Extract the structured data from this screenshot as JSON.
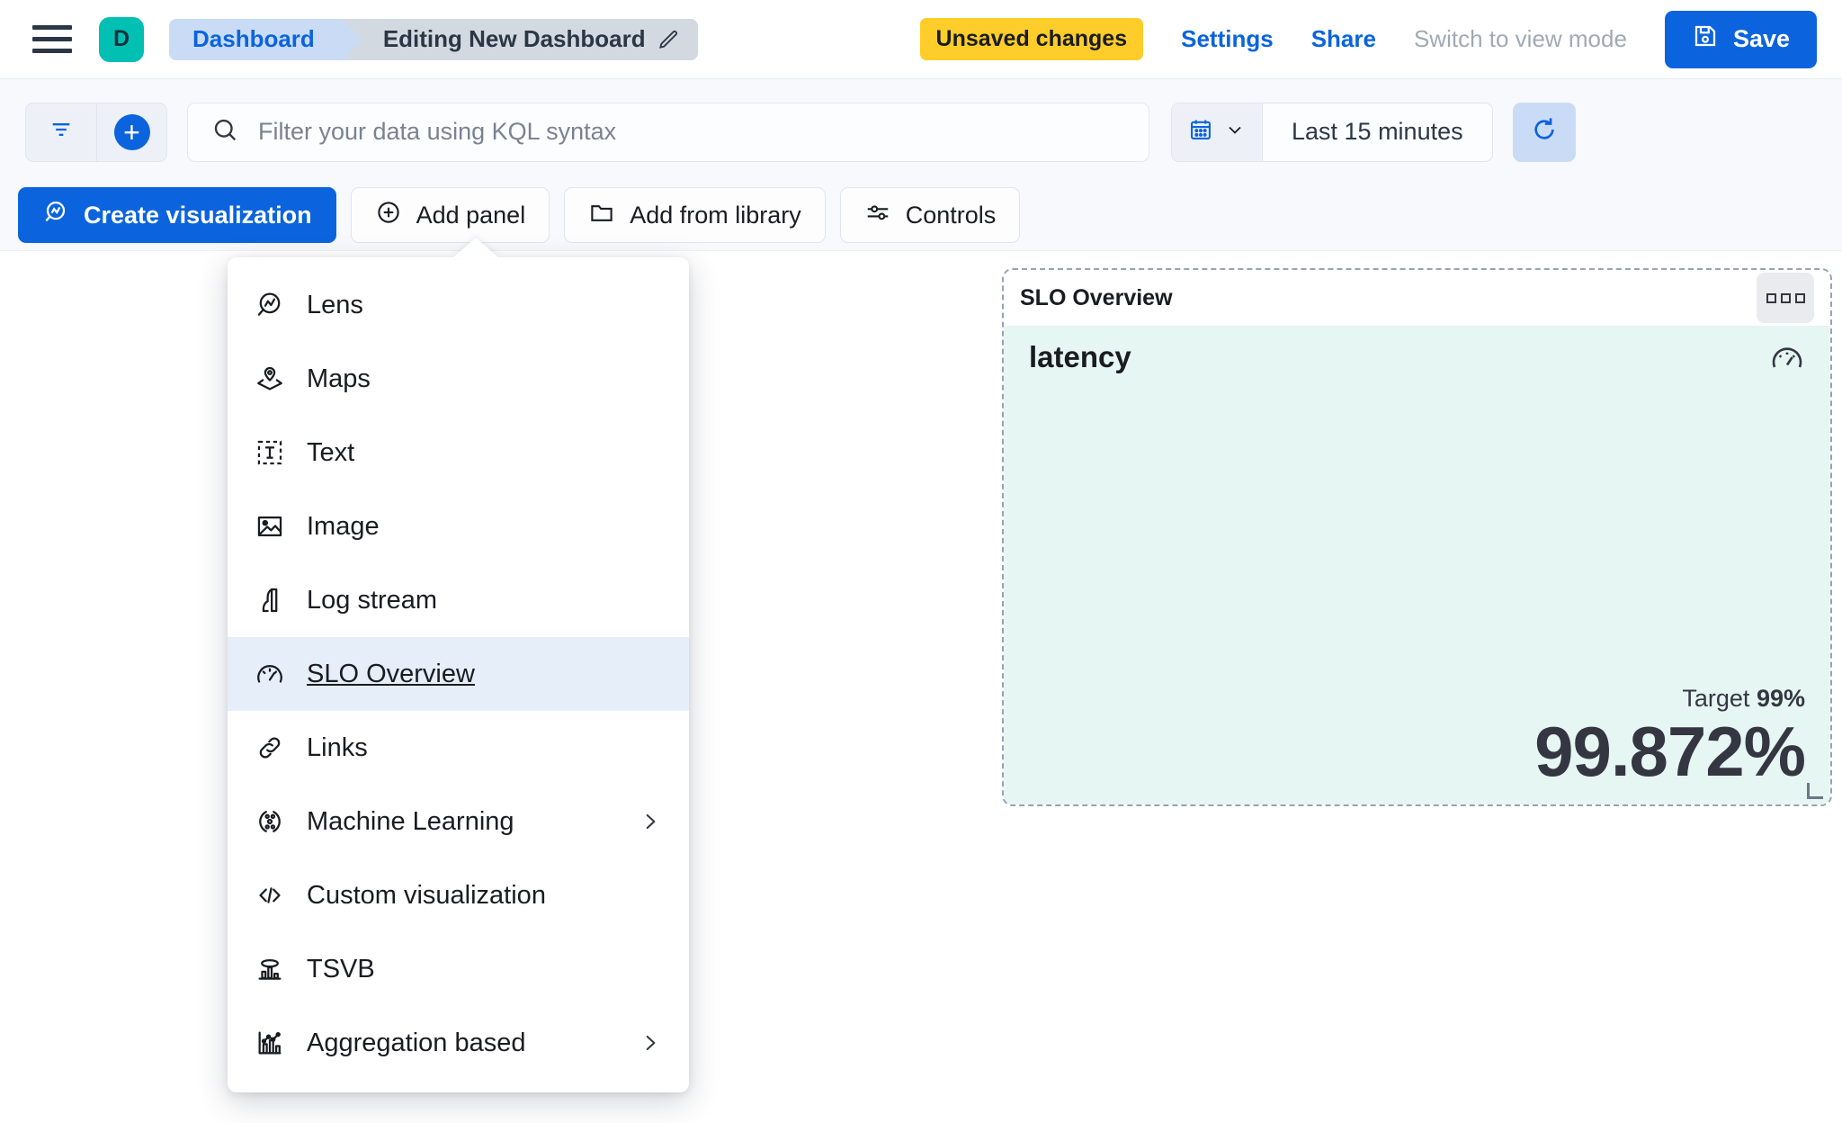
{
  "header": {
    "menu_icon": "hamburger-menu-icon",
    "space_initial": "D",
    "breadcrumbs": [
      {
        "label": "Dashboard",
        "icon": ""
      },
      {
        "label": "Editing New Dashboard",
        "icon": "pencil-icon"
      }
    ],
    "unsaved_badge": "Unsaved changes",
    "settings_label": "Settings",
    "share_label": "Share",
    "view_mode_label": "Switch to view mode",
    "save_label": "Save",
    "save_icon": "save-disk-icon",
    "accent_color": "#0B64DD",
    "badge_color": "#FFCD29",
    "space_color": "#00BFB3"
  },
  "querybar": {
    "filter_icon": "filter-icon",
    "add_filter_icon": "plus-circle-icon",
    "search_icon": "search-icon",
    "placeholder": "Filter your data using KQL syntax",
    "value": "",
    "calendar_icon": "calendar-icon",
    "chevron_icon": "chevron-down-icon",
    "date_range": "Last 15 minutes",
    "refresh_icon": "refresh-icon"
  },
  "toolbar": {
    "buttons": [
      {
        "label": "Create visualization",
        "icon": "lens-icon",
        "primary": true
      },
      {
        "label": "Add panel",
        "icon": "plus-circle-outline-icon",
        "primary": false
      },
      {
        "label": "Add from library",
        "icon": "folder-icon",
        "primary": false
      },
      {
        "label": "Controls",
        "icon": "sliders-icon",
        "primary": false
      }
    ]
  },
  "dropdown": {
    "items": [
      {
        "label": "Lens",
        "icon": "lens-icon",
        "selected": false,
        "submenu": false
      },
      {
        "label": "Maps",
        "icon": "map-marker-layers-icon",
        "selected": false,
        "submenu": false
      },
      {
        "label": "Text",
        "icon": "text-box-icon",
        "selected": false,
        "submenu": false
      },
      {
        "label": "Image",
        "icon": "image-icon",
        "selected": false,
        "submenu": false
      },
      {
        "label": "Log stream",
        "icon": "log-stream-icon",
        "selected": false,
        "submenu": false
      },
      {
        "label": "SLO Overview",
        "icon": "gauge-icon",
        "selected": true,
        "submenu": false
      },
      {
        "label": "Links",
        "icon": "link-icon",
        "selected": false,
        "submenu": false
      },
      {
        "label": "Machine Learning",
        "icon": "machine-learning-icon",
        "selected": false,
        "submenu": true
      },
      {
        "label": "Custom visualization",
        "icon": "code-icon",
        "selected": false,
        "submenu": false
      },
      {
        "label": "TSVB",
        "icon": "tsvb-icon",
        "selected": false,
        "submenu": false
      },
      {
        "label": "Aggregation based",
        "icon": "aggregation-chart-icon",
        "selected": false,
        "submenu": true
      }
    ]
  },
  "slo_panel": {
    "title": "SLO Overview",
    "context_menu_icon": "grid-dots-icon",
    "metric_name": "latency",
    "gauge_icon": "gauge-icon",
    "target_prefix": "Target",
    "target_value": "99%",
    "sli_value": "99.872%",
    "background_color": "#E6F6F3",
    "resize_handle_icon": "resize-corner-icon"
  }
}
